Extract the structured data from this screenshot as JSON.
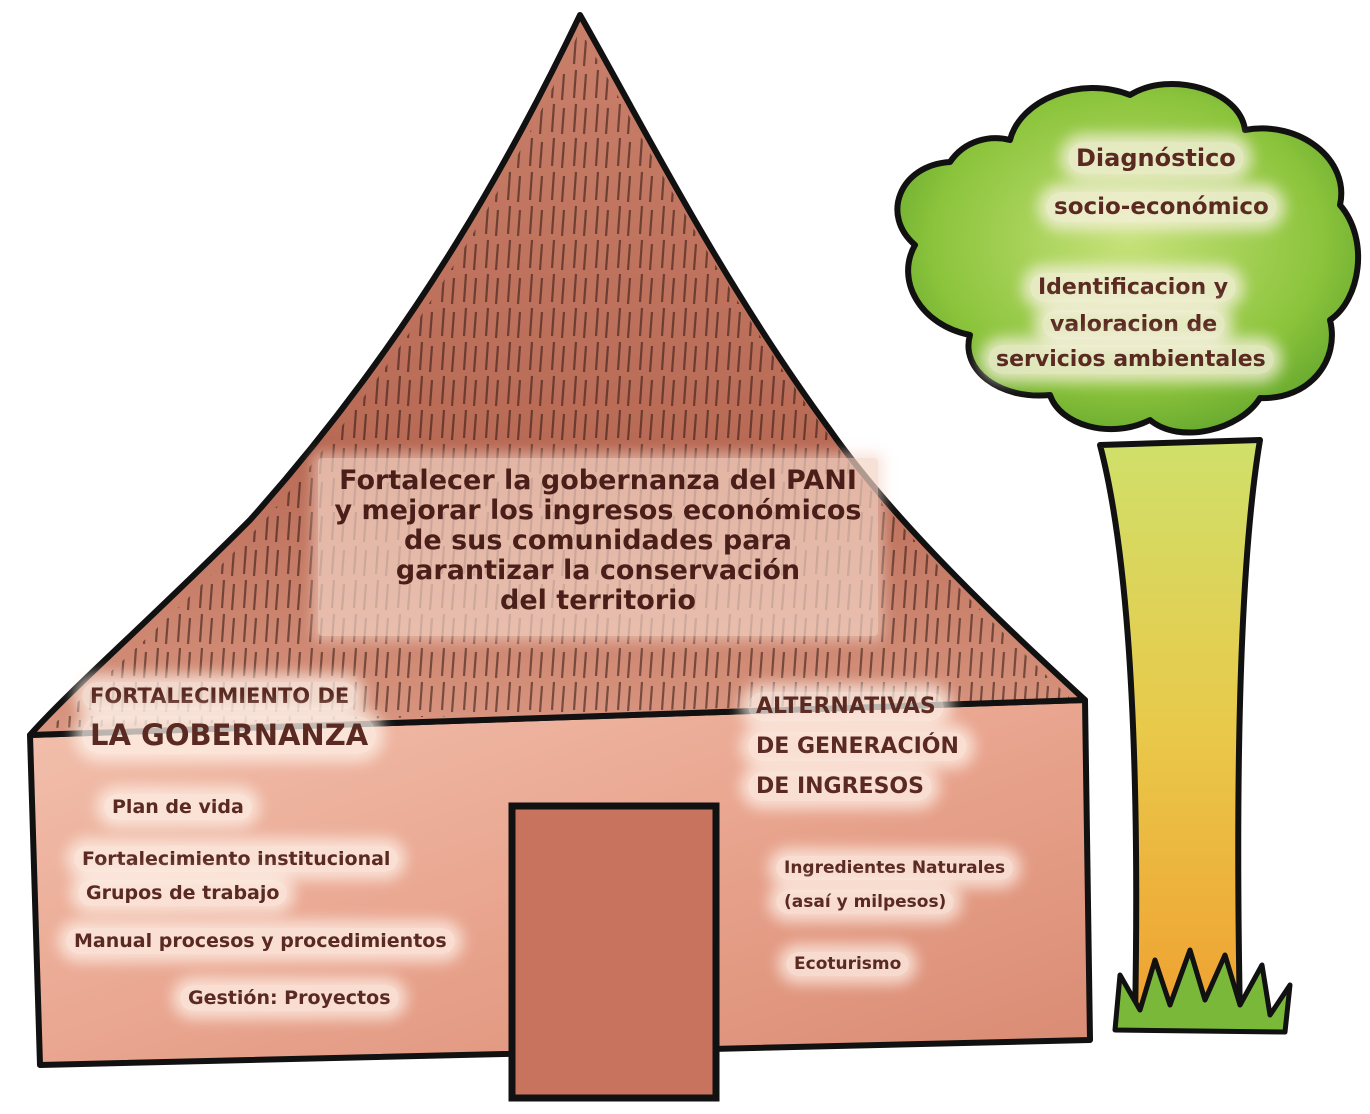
{
  "center": {
    "line1": "Fortalecer la gobernanza del PANI",
    "line2": "y mejorar los ingresos económicos",
    "line3": "de sus comunidades para",
    "line4": "garantizar la conservación",
    "line5": "del territorio"
  },
  "left": {
    "heading_line1": "FORTALECIMIENTO DE",
    "heading_line2": "LA GOBERNANZA",
    "items": [
      "Plan de vida",
      "Fortalecimiento institucional",
      "Grupos de trabajo",
      "Manual procesos y procedimientos",
      "Gestión: Proyectos"
    ]
  },
  "right": {
    "heading_line1": "ALTERNATIVAS",
    "heading_line2": "DE GENERACIÓN",
    "heading_line3": "DE INGRESOS",
    "items": [
      "Ingredientes Naturales",
      "(asaí y milpesos)",
      "Ecoturismo"
    ]
  },
  "tree": {
    "line1": "Diagnóstico",
    "line2": "socio-económico",
    "line3": "Identificacion y",
    "line4": "valoracion de",
    "line5": "servicios ambientales"
  },
  "colors": {
    "roof": "#b86a55",
    "wall": "#e9a58f",
    "door": "#c7735e",
    "canopy": "#8cc43c",
    "trunk_top": "#cfe06a",
    "trunk_bottom": "#f0a830",
    "ink": "#111111",
    "text": "#5a2a22"
  }
}
